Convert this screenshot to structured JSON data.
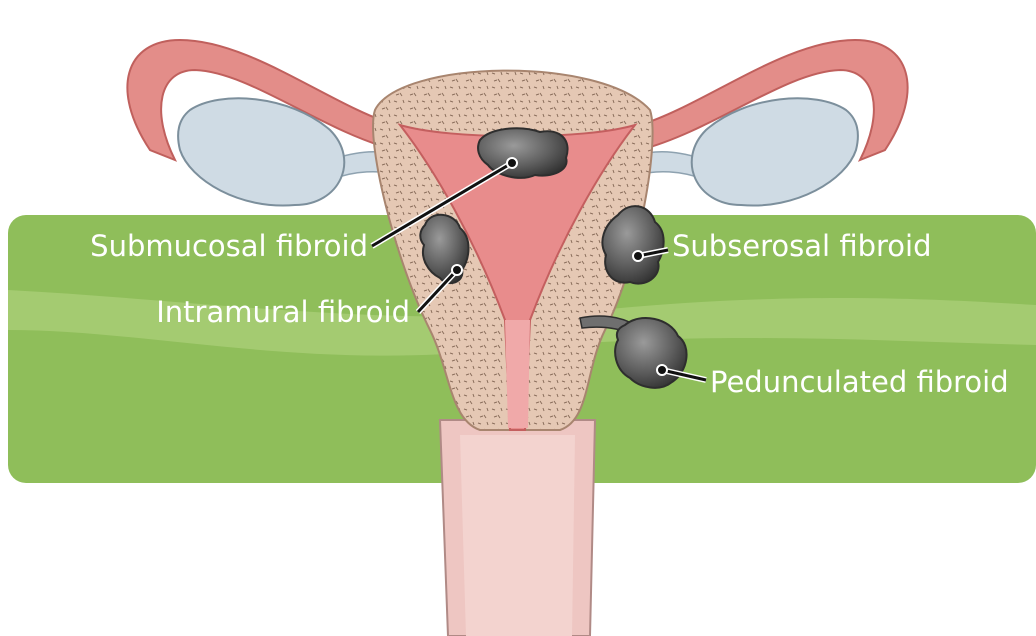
{
  "diagram": {
    "labels": {
      "submucosal": "Submucosal fibroid",
      "intramural": "Intramural fibroid",
      "subserosal": "Subserosal fibroid",
      "pedunculated": "Pedunculated fibroid"
    },
    "colors": {
      "band_green": "#8fbe5a",
      "band_light": "#b7d685",
      "uterus_wall": "#e5c8b4",
      "cavity_pink": "#e88c8c",
      "tube_pink": "#e38d89",
      "ovary_blue": "#cfdbe4",
      "fibroid_gray": "#6f6f6f",
      "vagina_pink": "#eec6c2"
    }
  }
}
